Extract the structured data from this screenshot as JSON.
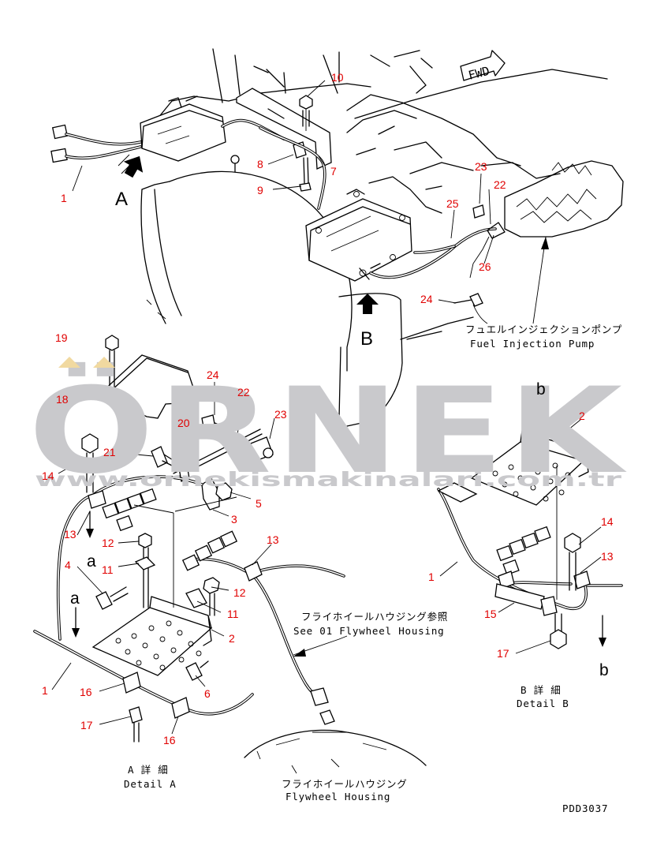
{
  "watermark": {
    "brand": "ÖRNEK",
    "site": "www.ornekismakinalari.com.tr",
    "color": "#c9c9cc",
    "accent": "#f1d9a0"
  },
  "labels": {
    "fuel_pump_jp": "フュエルインジェクションポンプ",
    "fuel_pump_en": "Fuel Injection Pump",
    "flywheel_ref_jp": "フライホイールハウジング参照",
    "flywheel_ref_en": "See 01 Flywheel Housing",
    "flywheel_jp": "フライホイールハウジング",
    "flywheel_en": "Flywheel Housing",
    "detail_a_jp": "A 詳 細",
    "detail_a_en": "Detail A",
    "detail_b_jp": "B 詳 細",
    "detail_b_en": "Detail B",
    "fwd": "FWD",
    "drawing_code": "PDD3037",
    "view_a": "A",
    "view_b": "B",
    "ref_a": "a",
    "ref_b": "b"
  },
  "part_numbers": {
    "p1_top": "1",
    "p7": "7",
    "p8": "8",
    "p9": "9",
    "p10": "10",
    "p22_top": "22",
    "p23_top": "23",
    "p24_top": "24",
    "p25": "25",
    "p26": "26",
    "p19": "19",
    "p18": "18",
    "p24_a": "24",
    "p22_a": "22",
    "p20": "20",
    "p23_a": "23",
    "p21": "21",
    "p14_a": "14",
    "p5": "5",
    "p3": "3",
    "p13_a": "13",
    "p12_a": "12",
    "p4": "4",
    "p11_a": "11",
    "p13_mid": "13",
    "p12_b": "12",
    "p11_b": "11",
    "p2_a": "2",
    "p6": "6",
    "p1_a": "1",
    "p16_a": "16",
    "p17_a": "17",
    "p16_b": "16",
    "p2_b": "2",
    "p14_b": "14",
    "p13_b": "13",
    "p1_b": "1",
    "p15": "15",
    "p17_b": "17"
  }
}
